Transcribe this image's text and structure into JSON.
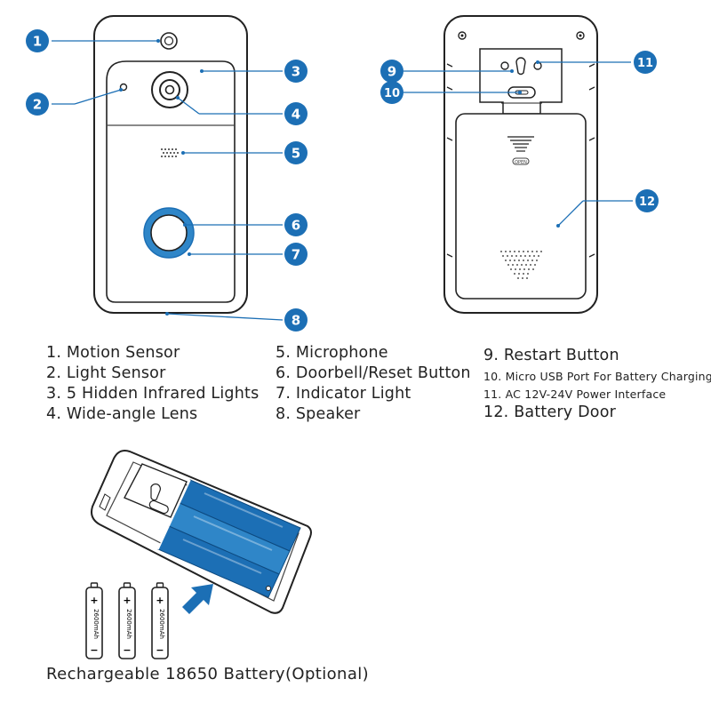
{
  "callouts": [
    "1",
    "2",
    "3",
    "4",
    "5",
    "6",
    "7",
    "8",
    "9",
    "10",
    "11",
    "12"
  ],
  "legend": {
    "col1": [
      "1. Motion Sensor",
      "2. Light Sensor",
      "3. 5 Hidden Infrared Lights",
      "4. Wide-angle Lens"
    ],
    "col2": [
      "5. Microphone",
      "6. Doorbell/Reset Button",
      "7. Indicator Light",
      "8. Speaker"
    ],
    "col3": [
      "9. Restart Button",
      "10. Micro USB Port For Battery Charging",
      "11. AC 12V-24V Power Interface",
      "12. Battery Door"
    ]
  },
  "battery_label": "2600mAh",
  "battery_plus": "+",
  "battery_minus": "−",
  "door_label": "OPEN",
  "caption": "Rechargeable 18650 Battery(Optional)",
  "colors": {
    "accent": "#1c6fb5",
    "button_ring": "#2f86c8",
    "outline": "#222222"
  }
}
